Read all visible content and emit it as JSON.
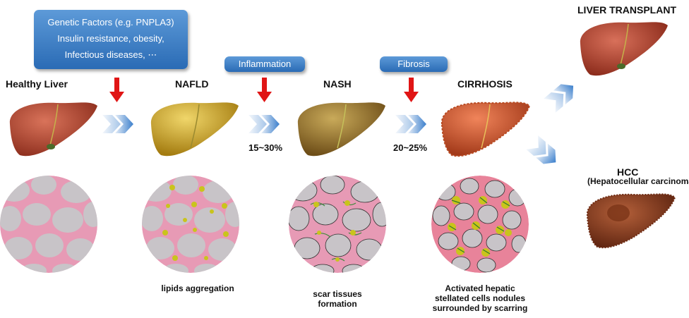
{
  "factors": {
    "line1": "Genetic Factors (e.g. PNPLA3)",
    "line2": "Insulin resistance, obesity,",
    "line3": "Infectious diseases, ⋯"
  },
  "tags": {
    "inflammation": "Inflammation",
    "fibrosis": "Fibrosis"
  },
  "stages": {
    "healthy": "Healthy Liver",
    "nafld": "NAFLD",
    "nash": "NASH",
    "cirrhosis": "CIRRHOSIS",
    "transplant": "LIVER TRANSPLANT",
    "hcc": "HCC",
    "hcc_full": "(Hepatocellular carcinoma)"
  },
  "rates": {
    "nafld_to_nash": "15~30%",
    "nash_to_cirrhosis": "20~25%"
  },
  "captions": {
    "nafld": "lipids aggregation",
    "nash_1": "scar tissues",
    "nash_2": "formation",
    "cirr_1": "Activated hepatic",
    "cirr_2": "stellated cells nodules",
    "cirr_3": "surrounded by scarring"
  },
  "colors": {
    "arrow_red": "#e01515",
    "chevron_blue": "#3b7fcc",
    "box_blue": "#2a6bb5",
    "healthy_liver": "#b8452e",
    "fatty_liver": "#c8a21e",
    "nash_liver": "#9a7a2a",
    "cirrhotic_liver": "#d45a2a",
    "hcc_liver": "#8a3a1e",
    "tissue_pink": "#e79ab5",
    "cell_gray": "#c8c4c8",
    "lipid_yellow": "#c9c41c"
  }
}
